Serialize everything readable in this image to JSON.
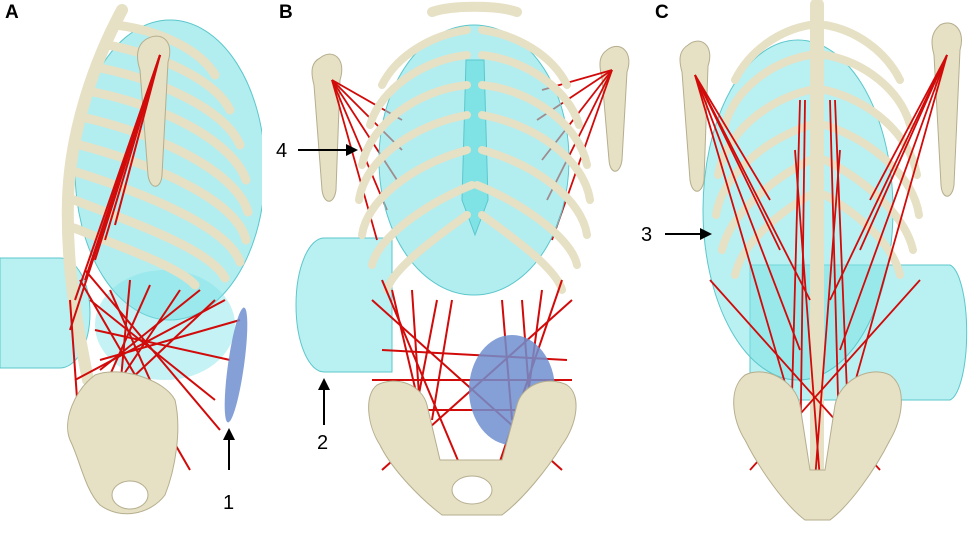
{
  "figure": {
    "panels": [
      {
        "letter": "A",
        "view": "lateral"
      },
      {
        "letter": "B",
        "view": "anterior"
      },
      {
        "letter": "C",
        "view": "posterior"
      }
    ],
    "callouts": [
      "1",
      "2",
      "3",
      "4"
    ]
  },
  "colors": {
    "bone": "#e6e0c4",
    "bone_edge": "#b5ae8e",
    "muscle": "#d10a0a",
    "cavity": "#7fe3e6",
    "cavity_edge": "#5cc7cc",
    "pad": "#6f8fcf",
    "arrow": "#000000"
  }
}
